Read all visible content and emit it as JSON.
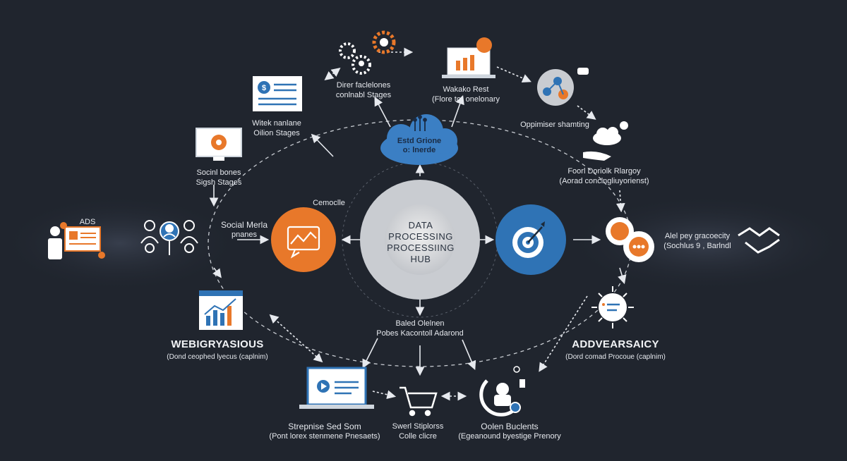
{
  "hub": {
    "lines": [
      "DATA",
      "PROCESSING",
      "PROCESSIING",
      "HUB"
    ]
  },
  "cloud": {
    "line1": "Estd Grione",
    "line2": "o: lnerde"
  },
  "colors": {
    "background": "#20252e",
    "orange": "#e8782a",
    "blue": "#2f73b5",
    "hub_ring": "#c9ccd1",
    "hub_center": "#ececec",
    "cloud": "#3b7fc4"
  },
  "labels": {
    "top_left": [
      "Direr faclelones",
      "conlnabl Stages"
    ],
    "top_right": [
      "Wakako Rest",
      "(Flore tor onelonary"
    ],
    "upper_left": [
      "Witek nanlane",
      "Oilion Stages"
    ],
    "social_bones": [
      "Socinl bones",
      "Sigsh Stages"
    ],
    "social_media": [
      "Social Merla",
      "pnanes"
    ],
    "console": "Cemoclle",
    "optimize": "Oppimiser shamting",
    "food": [
      "Foorl Doriolk Rlargoy",
      "(Aorad conclngliuyorienst)"
    ],
    "ads": "ADS",
    "handshake": [
      "Alel pey gracoecity",
      "(Sochlus 9 , Barlndl"
    ],
    "bottom_center": [
      "Baled Olelnen",
      "Pobes Kacontoll Adarond"
    ],
    "webigry_title": "WEBIGRYASIOUS",
    "webigry_sub": "(Dond ceophed lyecus (caplnim)",
    "advers_title": "ADDVEARSAICY",
    "advers_sub": "(Dord comad Procoue (caplnim)",
    "strepise": [
      "Strepnise Sed Som",
      "(Pont lorex stenmene Pnesaets)"
    ],
    "cart": [
      "Swerl Stiplorss",
      "Colle clicre"
    ],
    "onlen": [
      "Oolen Buclents",
      "(Egeanound byestige Prenory"
    ]
  },
  "icons": [
    "ads-presenter-icon",
    "people-network-icon",
    "chart-folder-icon",
    "target-icon",
    "gear-monitor-icon",
    "dollar-document-icon",
    "gears-person-icon",
    "laptop-chart-icon",
    "network-nodes-icon",
    "cloud-hand-icon",
    "chat-bubbles-icon",
    "handshake-icon",
    "growth-chart-icon",
    "video-laptop-icon",
    "shopping-cart-icon",
    "support-agent-icon",
    "analytics-node-icon",
    "circuit-icon"
  ]
}
